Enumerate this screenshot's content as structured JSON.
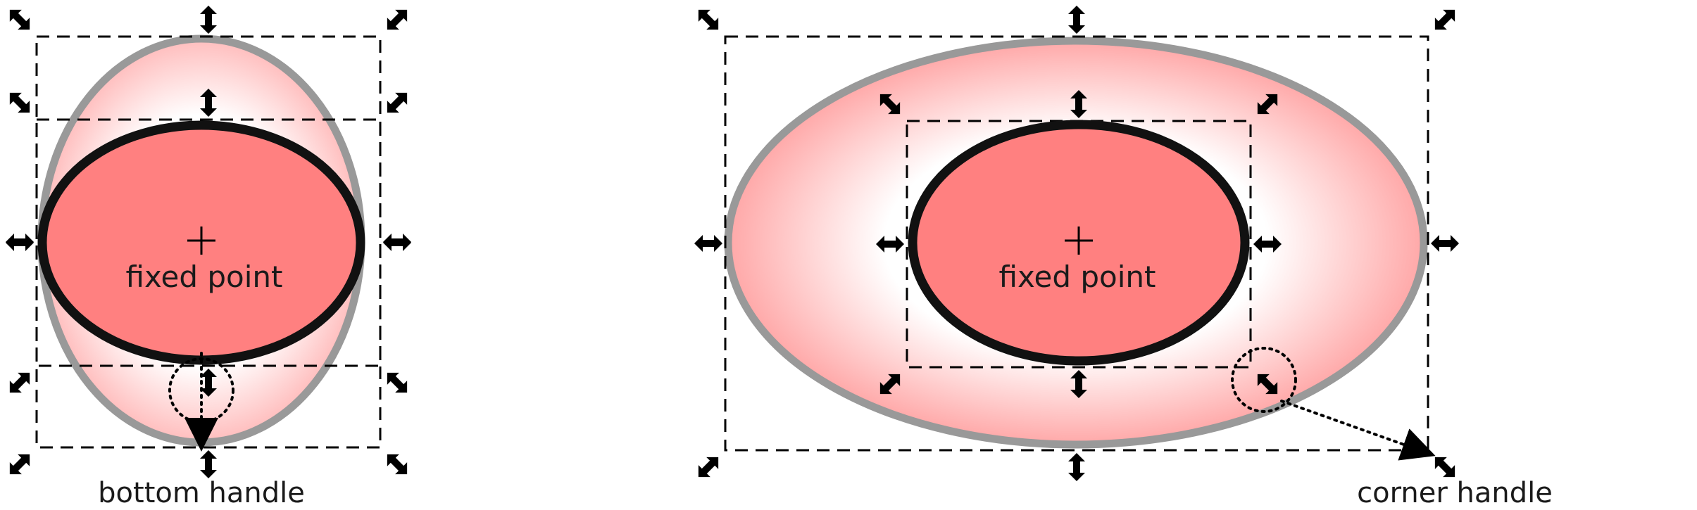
{
  "left_panel": {
    "center_label": "fixed point",
    "caption": "bottom handle"
  },
  "right_panel": {
    "center_label": "fixed point",
    "caption": "corner handle"
  },
  "colors": {
    "fill": "#ff8080",
    "gradient_edge": "#ffc4c4",
    "outer_stroke": "#999999",
    "inner_stroke": "#111111",
    "handle": "#000000"
  },
  "icons": {
    "vertical_handle": "double-arrow-vertical-icon",
    "horizontal_handle": "double-arrow-horizontal-icon",
    "corner_handle": "double-arrow-diagonal-icon"
  }
}
